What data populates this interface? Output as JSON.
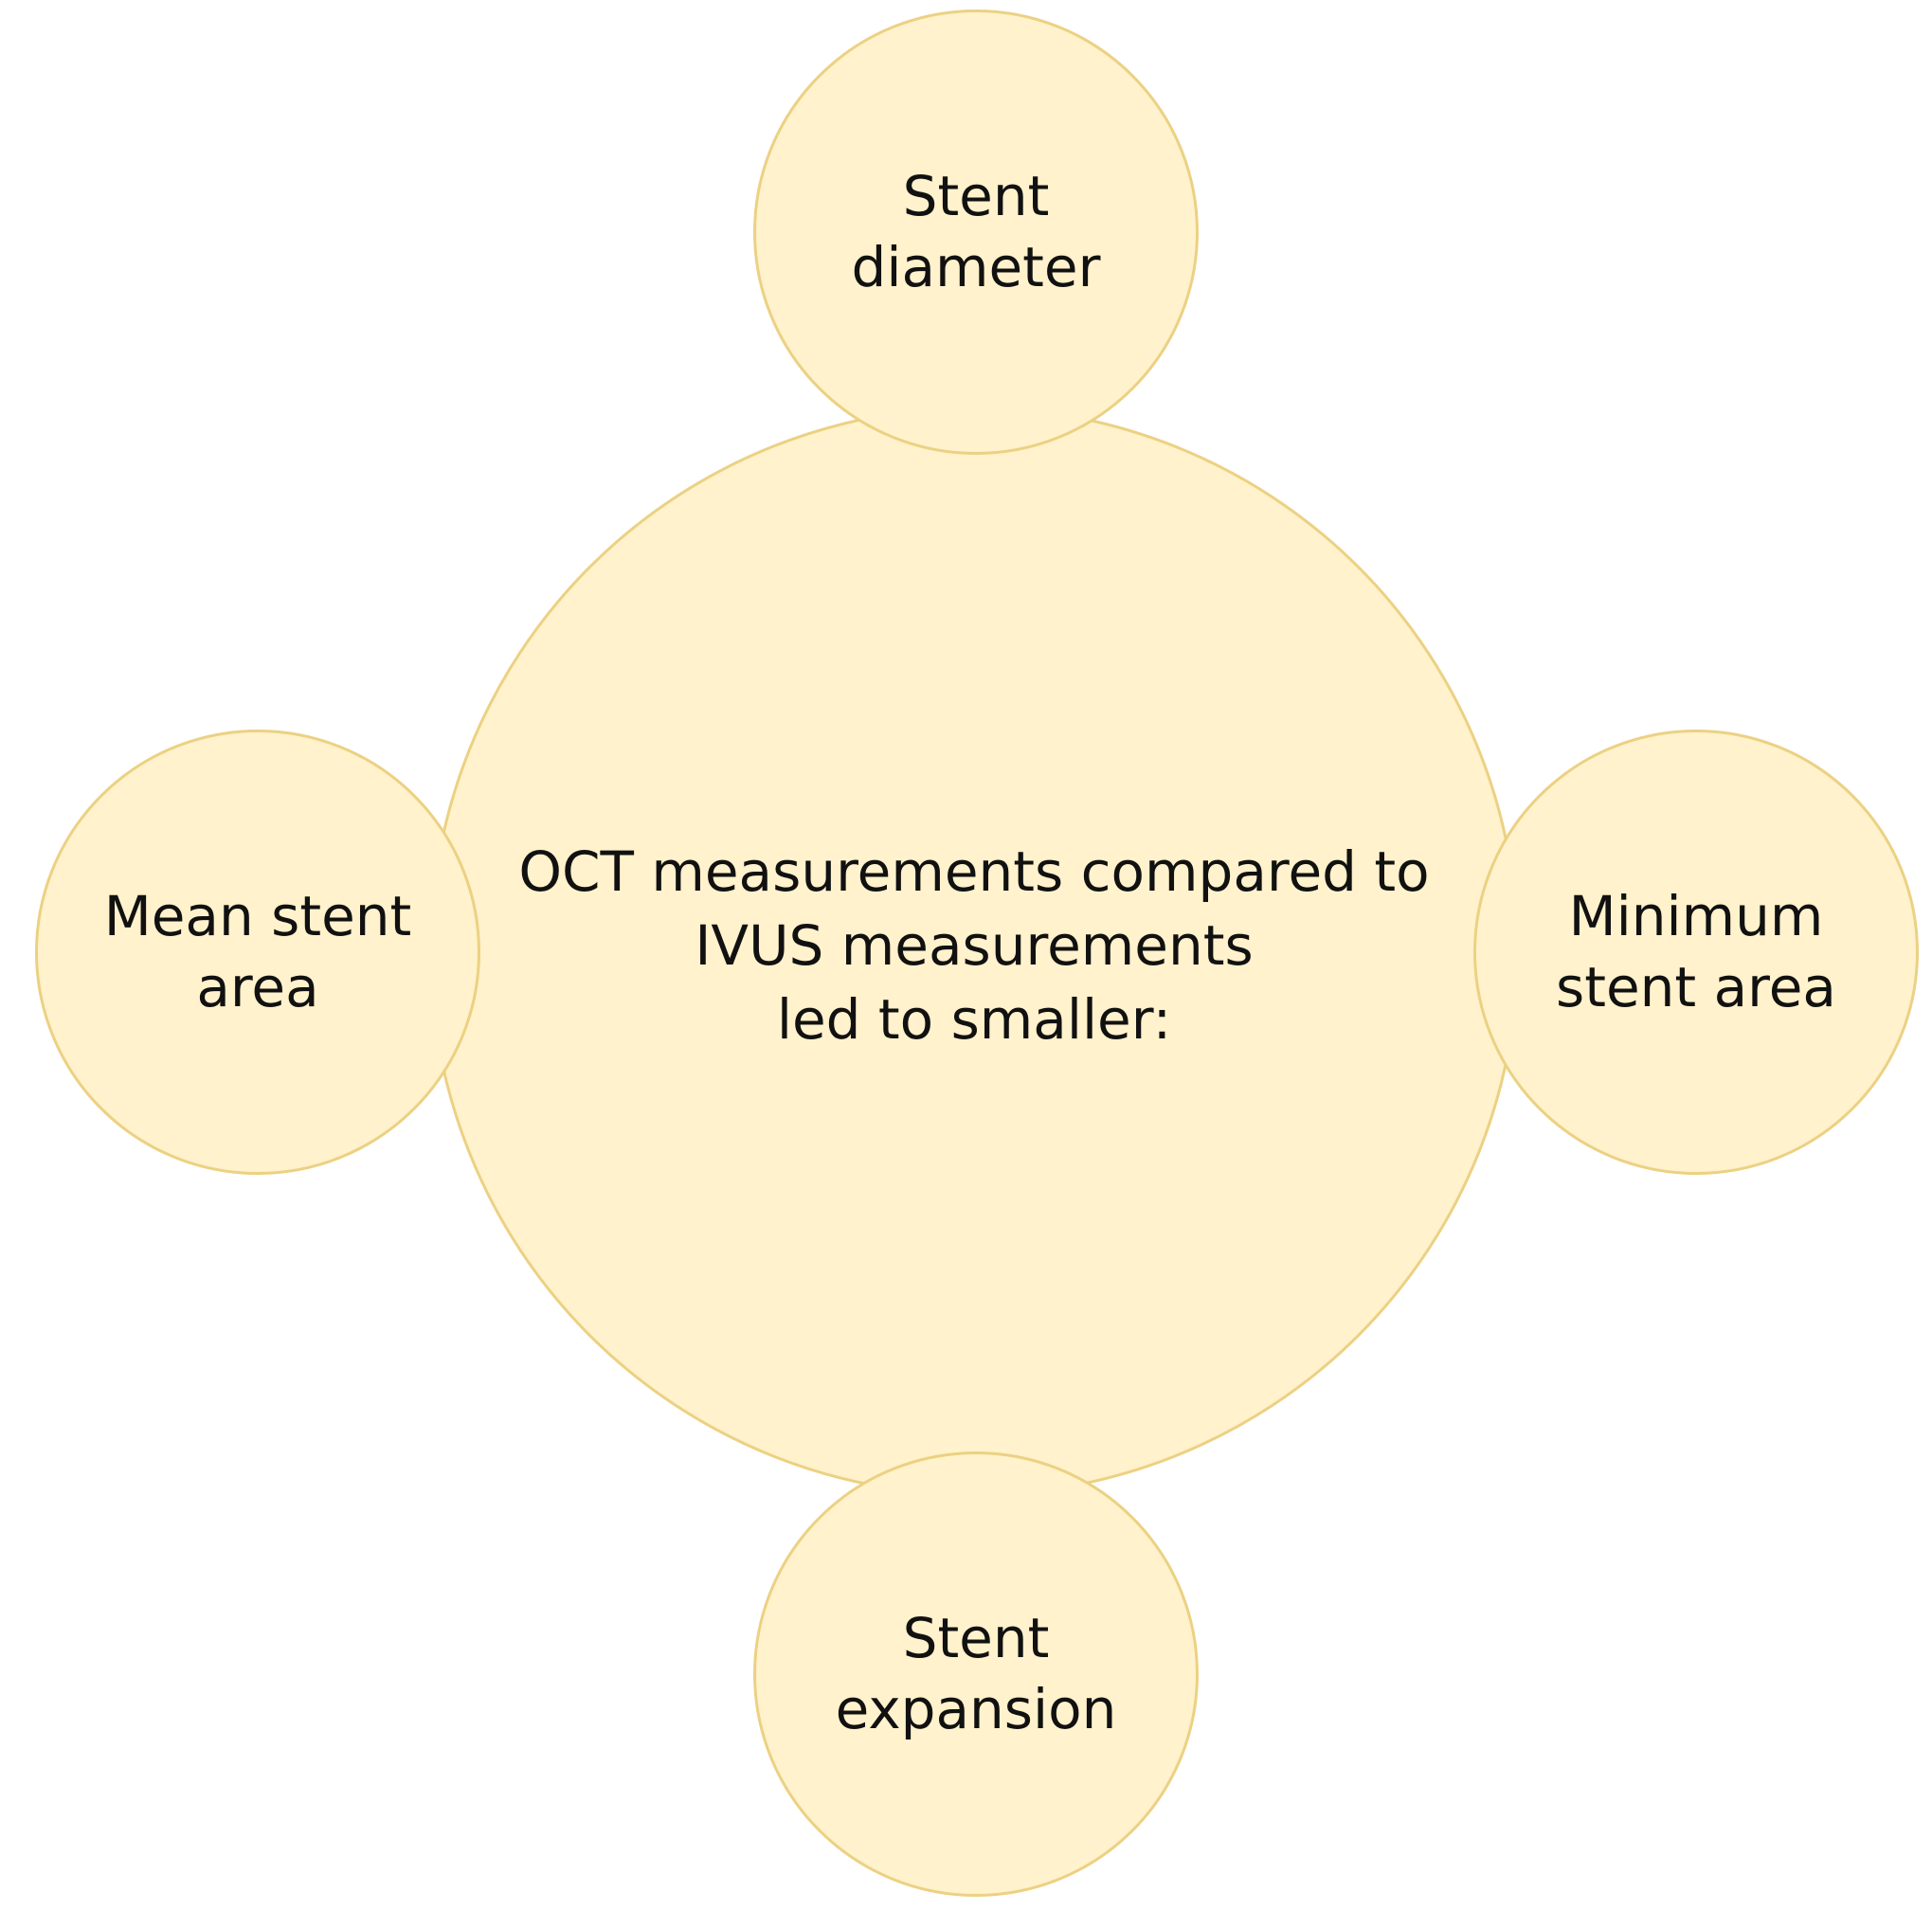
{
  "diagram": {
    "center": {
      "text": "OCT measurements compared to\nIVUS measurements\nled to smaller:"
    },
    "nodes": {
      "top": "Stent\ndiameter",
      "left": "Mean stent\narea",
      "right": "Minimum\nstent area",
      "bottom": "Stent\nexpansion"
    }
  },
  "colors": {
    "fill": "#fff2cc",
    "stroke": "#ecd183",
    "text": "#111111"
  }
}
